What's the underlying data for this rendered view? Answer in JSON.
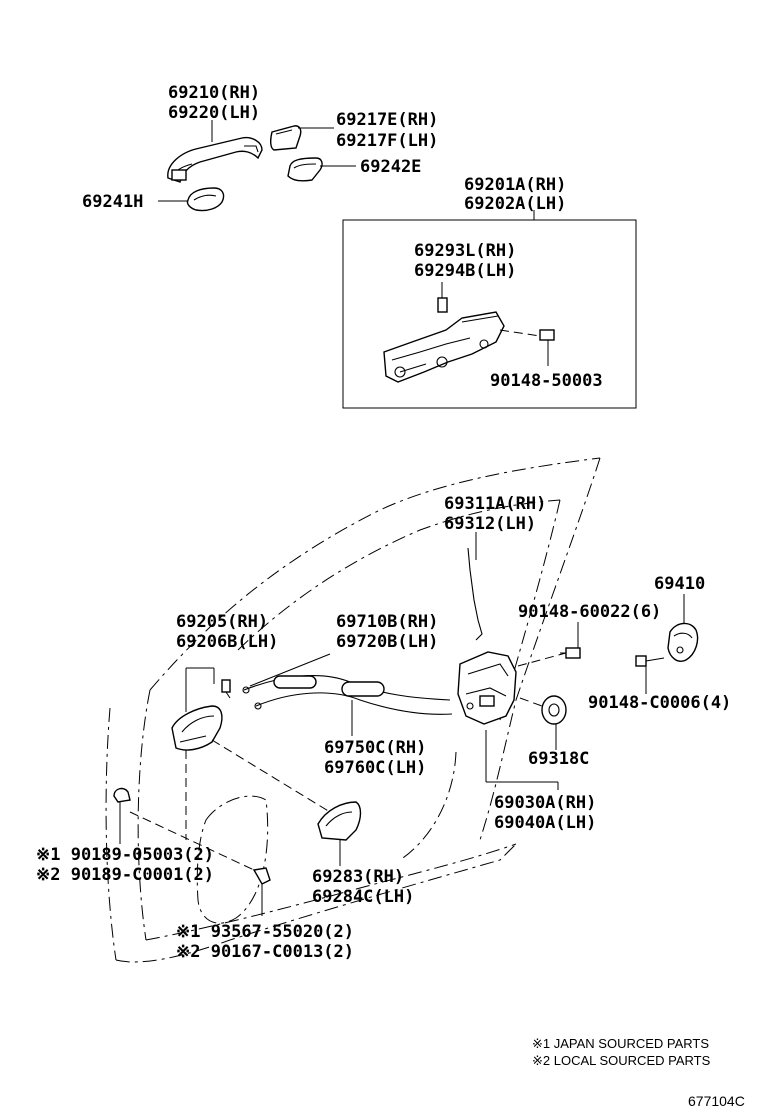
{
  "labels": {
    "p69210": "69210(RH)",
    "p69220": "69220(LH)",
    "p69217e": "69217E(RH)",
    "p69217f": "69217F(LH)",
    "p69242e": "69242E",
    "p69241h": "69241H",
    "p69201a": "69201A(RH)",
    "p69202a": "69202A(LH)",
    "p69293l": "69293L(RH)",
    "p69294b": "69294B(LH)",
    "p9014850003": "90148-50003",
    "p69311a": "69311A(RH)",
    "p69312": "69312(LH)",
    "p69410": "69410",
    "p9014860022": "90148-60022(6)",
    "p69205": "69205(RH)",
    "p69206b": "69206B(LH)",
    "p69710b": "69710B(RH)",
    "p69720b": "69720B(LH)",
    "p90148c0006": "90148-C0006(4)",
    "p69750c": "69750C(RH)",
    "p69760c": "69760C(LH)",
    "p69318c": "69318C",
    "p69030a": "69030A(RH)",
    "p69040a": "69040A(LH)",
    "p9018905003": "※1 90189-05003(2)",
    "p90189c0001": "※2 90189-C0001(2)",
    "p69283": "69283(RH)",
    "p69284c": "69284C(LH)",
    "p9356755020": "※1 93567-55020(2)",
    "p90167c0013": "※2 90167-C0013(2)"
  },
  "notes": {
    "japan": "※1 JAPAN SOURCED PARTS",
    "local": "※2 LOCAL SOURCED PARTS"
  },
  "diagram_code": "677104C"
}
